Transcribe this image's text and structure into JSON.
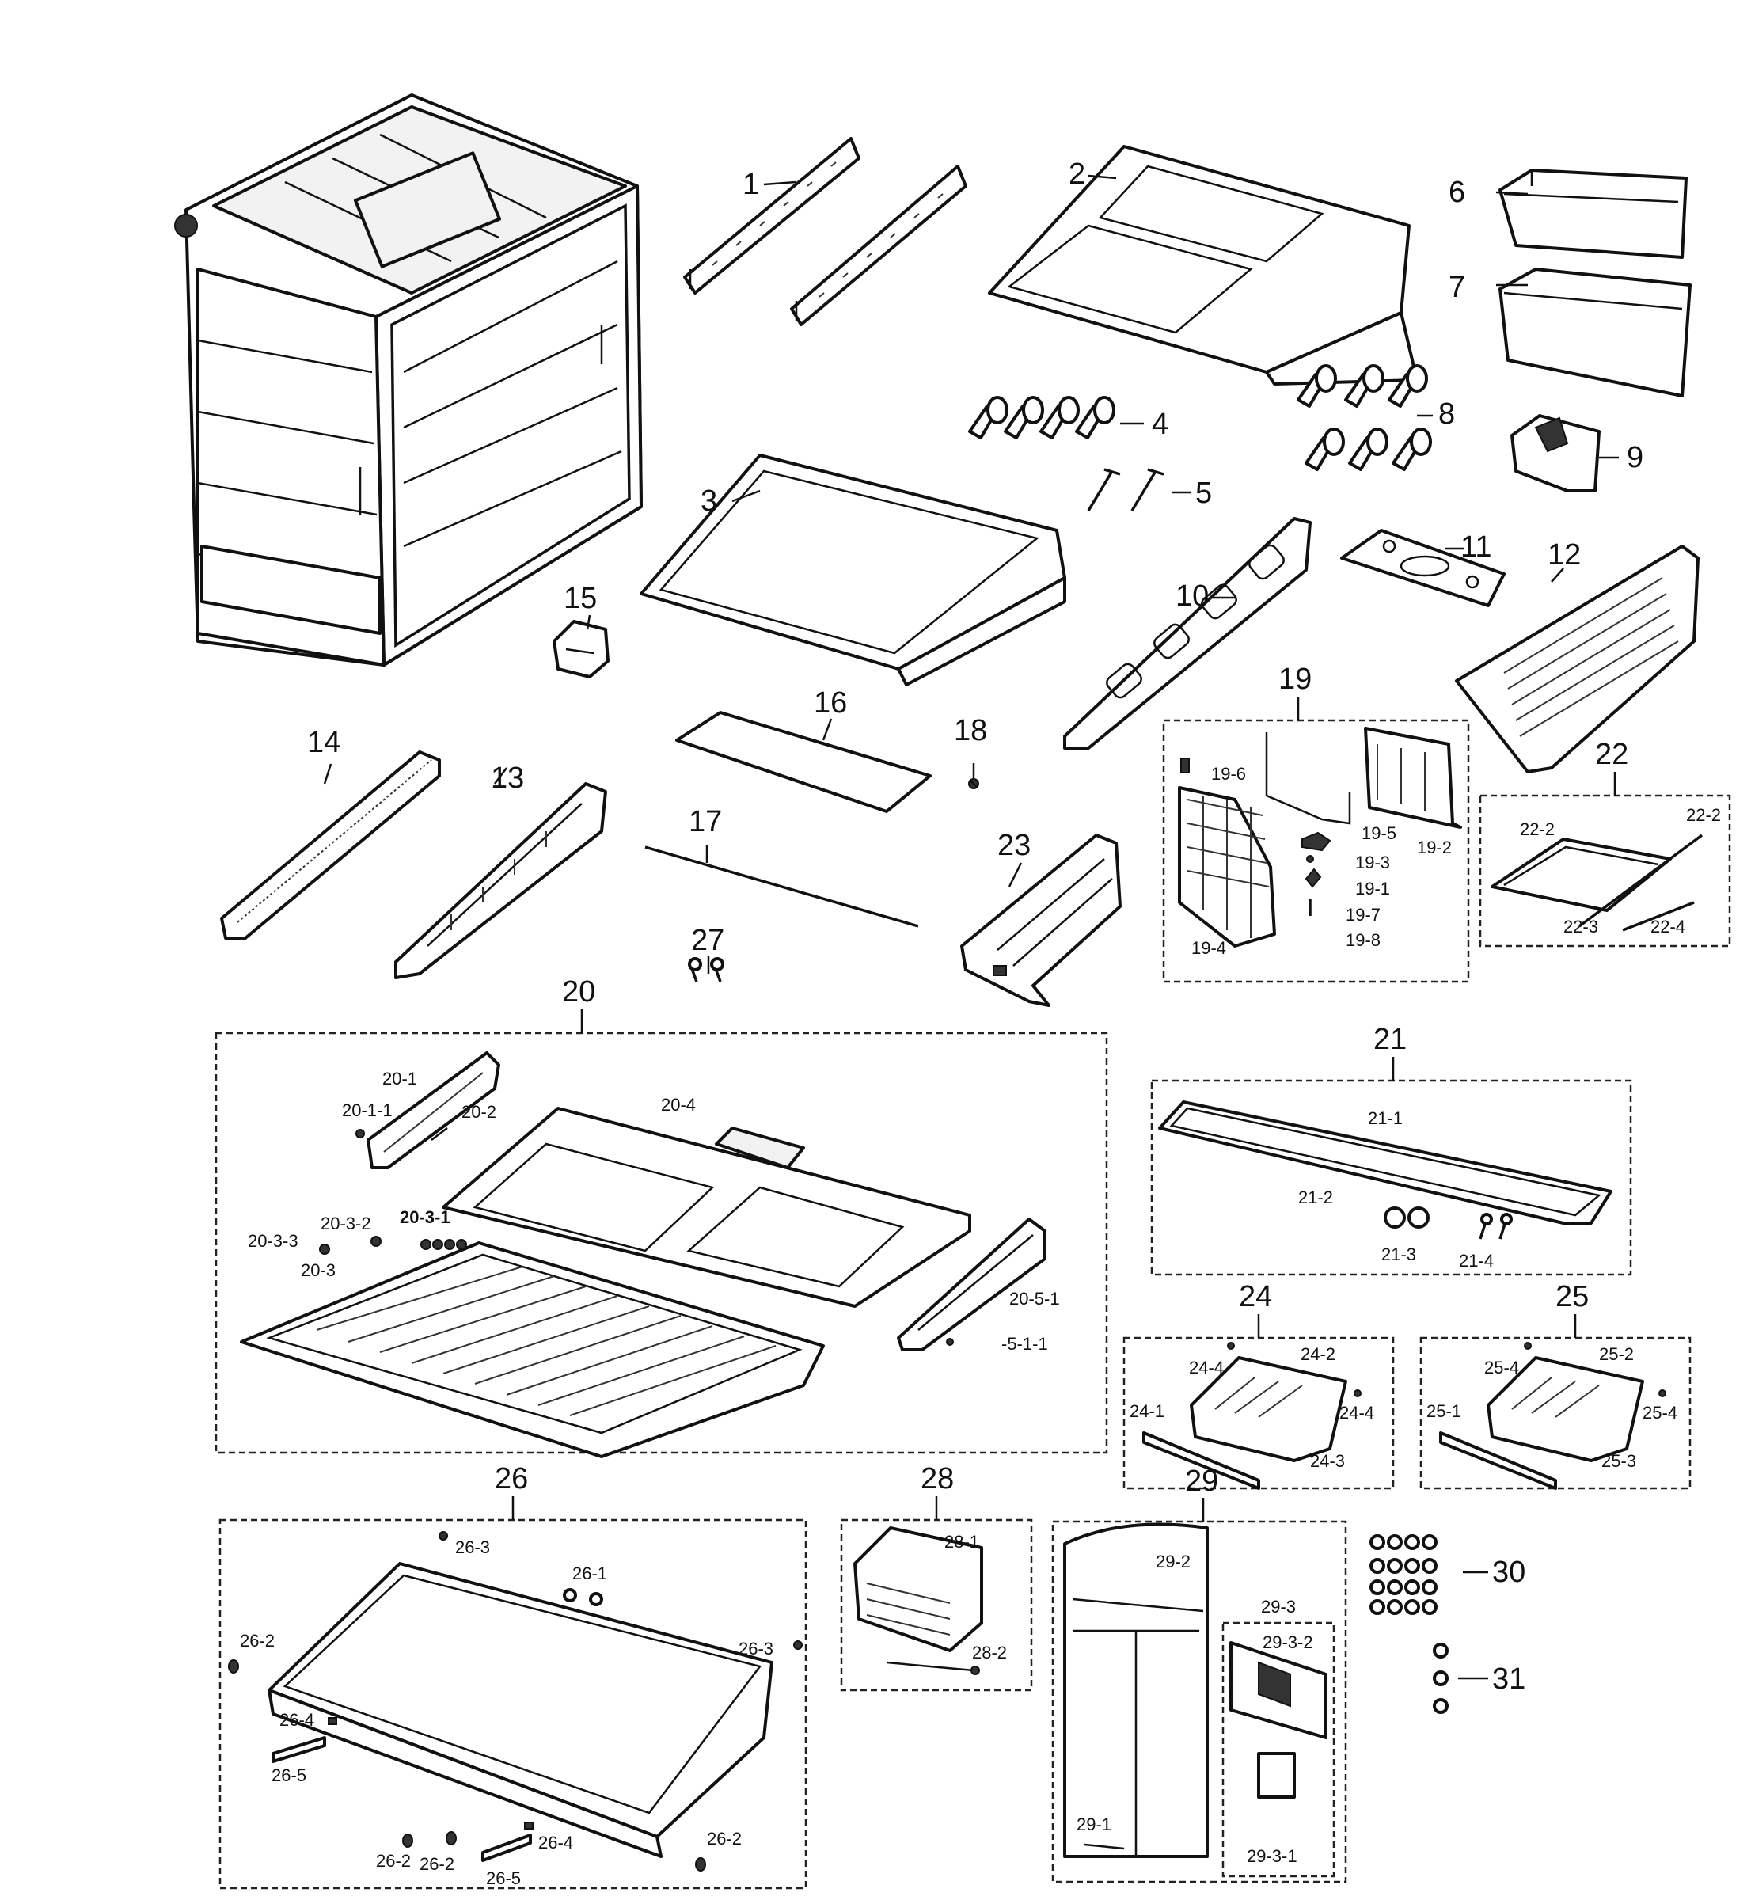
{
  "diagram": {
    "main_labels": [
      "1",
      "2",
      "3",
      "4",
      "5",
      "6",
      "7",
      "8",
      "9",
      "10",
      "11",
      "12",
      "13",
      "14",
      "15",
      "16",
      "17",
      "18",
      "19",
      "20",
      "21",
      "22",
      "23",
      "24",
      "25",
      "26",
      "27",
      "28",
      "29",
      "30",
      "31"
    ],
    "group_19": [
      "19-6",
      "19-5",
      "19-3",
      "19-1",
      "19-7",
      "19-8",
      "19-4",
      "19-2"
    ],
    "group_22": [
      "22-2",
      "22-2",
      "22-3",
      "22-4"
    ],
    "group_20": [
      "20-1",
      "20-1-1",
      "20-2",
      "20-4",
      "20-3-2",
      "20-3-1",
      "20-3-3",
      "20-3",
      "20-5-1",
      "-5-1-1"
    ],
    "group_21": [
      "21-1",
      "21-2",
      "21-3",
      "21-4"
    ],
    "group_24": [
      "24-4",
      "24-2",
      "24-4",
      "24-1",
      "24-3"
    ],
    "group_25": [
      "25-4",
      "25-2",
      "25-4",
      "25-1",
      "25-3"
    ],
    "group_26": [
      "26-3",
      "26-1",
      "26-2",
      "26-3",
      "26-4",
      "26-5",
      "26-2",
      "26-2",
      "26-4",
      "26-5",
      "26-2"
    ],
    "group_28": [
      "28-1",
      "28-2"
    ],
    "group_29": [
      "29-2",
      "29-3",
      "29-3-2",
      "29-1",
      "29-3-1"
    ]
  }
}
